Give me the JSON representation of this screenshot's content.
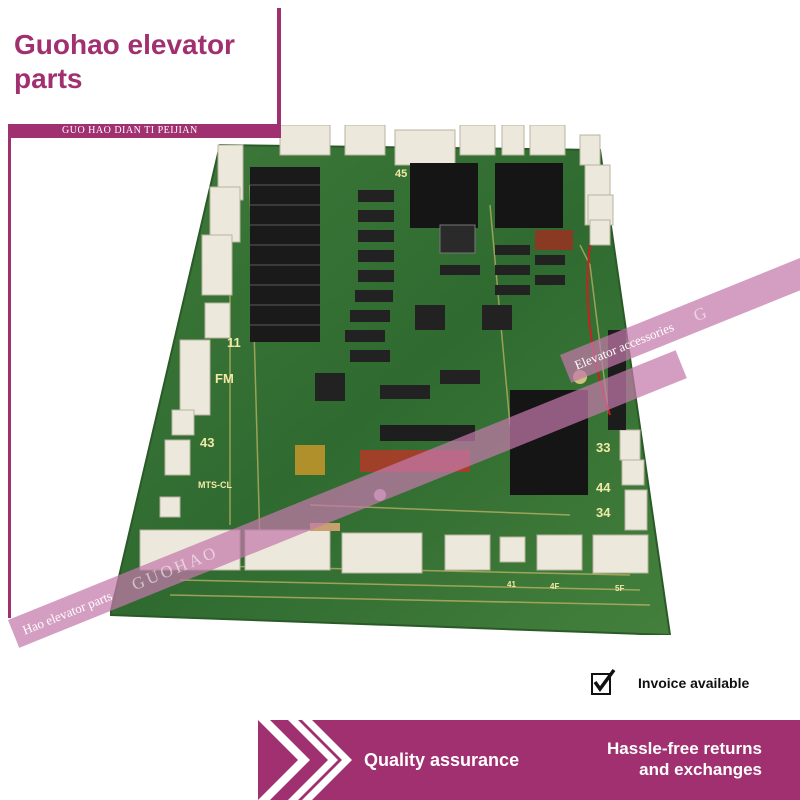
{
  "brand": {
    "title": "Guohao elevator parts",
    "strip_text": "GUO HAO DIAN TI PEIJIAN",
    "accent_color": "#a0306f"
  },
  "watermark": {
    "upper_ribbon": "Elevator accessories",
    "upper_ribbon_faint": "G",
    "lower_ribbon": "Hao elevator parts",
    "lower_ribbon_faint": "GUOHAO",
    "ribbon_color": "#c478aa"
  },
  "board": {
    "silkscreen_labels": [
      "MTS-CL",
      "45",
      "43",
      "33",
      "44",
      "34",
      "41",
      "11",
      "FM",
      "4F",
      "5F"
    ]
  },
  "invoice": {
    "icon": "checkbox-checked-icon",
    "label": "Invoice available"
  },
  "banner": {
    "quality": "Quality assurance",
    "returns_line1": "Hassle-free returns",
    "returns_line2": "and exchanges"
  }
}
